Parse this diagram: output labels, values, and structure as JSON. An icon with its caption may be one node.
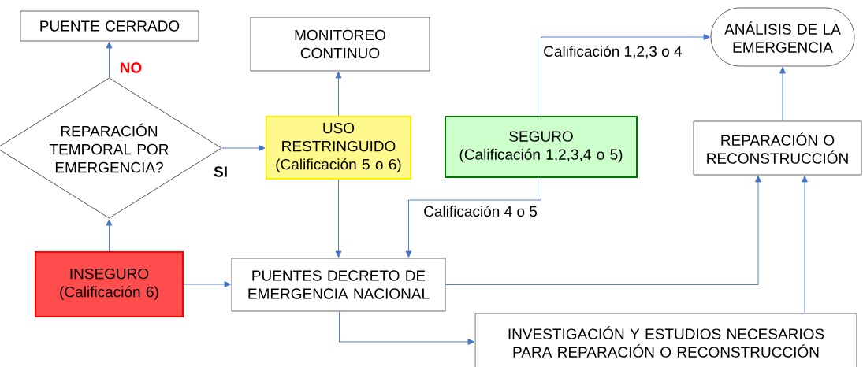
{
  "diagram": {
    "nodes": [
      {
        "text": [
          "PUENTE CERRADO"
        ]
      },
      {
        "text": [
          "MONITOREO CONTINUO"
        ]
      },
      {
        "text": [
          "ANÁLISIS DE LA EMERGENCIA"
        ]
      },
      {
        "text": [
          "REPARACIÓN TEMPORAL POR EMERGENCIA?"
        ]
      },
      {
        "text": [
          "USO RESTRINGUIDO",
          "(Calificación 5 o 6)"
        ]
      },
      {
        "text": [
          "SEGURO",
          "(Calificación 1,2,3,4 o 5)"
        ]
      },
      {
        "text": [
          "REPARACIÓN O RECONSTRUCCIÓN"
        ]
      },
      {
        "text": [
          "INSEGURO",
          "(Calificación 6)"
        ]
      },
      {
        "text": [
          "PUENTES DECRETO DE EMERGENCIA NACIONAL"
        ]
      },
      {
        "text": [
          "INVESTIGACIÓN Y ESTUDIOS NECESARIOS PARA REPARACIÓN O RECONSTRUCCIÓN"
        ]
      }
    ],
    "edges": [
      {
        "from": 3,
        "to": 0,
        "arrow": "to",
        "label": "NO"
      },
      {
        "from": 3,
        "to": 4,
        "arrow": "to",
        "label": "SI"
      },
      {
        "from": 7,
        "to": 3,
        "arrow": "to"
      },
      {
        "from": 7,
        "to": 8,
        "arrow": "to"
      },
      {
        "from": 4,
        "to": 1,
        "arrow": "to"
      },
      {
        "from": 4,
        "to": 8,
        "arrow": "to"
      },
      {
        "from": 5,
        "to": 2,
        "arrow": "to",
        "label": "Calificación 1,2,3 o 4"
      },
      {
        "from": 5,
        "to": 8,
        "arrow": "to",
        "label": "Calificación 4 o 5"
      },
      {
        "from": 8,
        "to": 6,
        "arrow": "to"
      },
      {
        "from": 8,
        "to": 9,
        "arrow": "to"
      },
      {
        "from": 9,
        "to": 6,
        "arrow": "to"
      },
      {
        "from": 6,
        "to": 2,
        "arrow": "to"
      }
    ]
  }
}
